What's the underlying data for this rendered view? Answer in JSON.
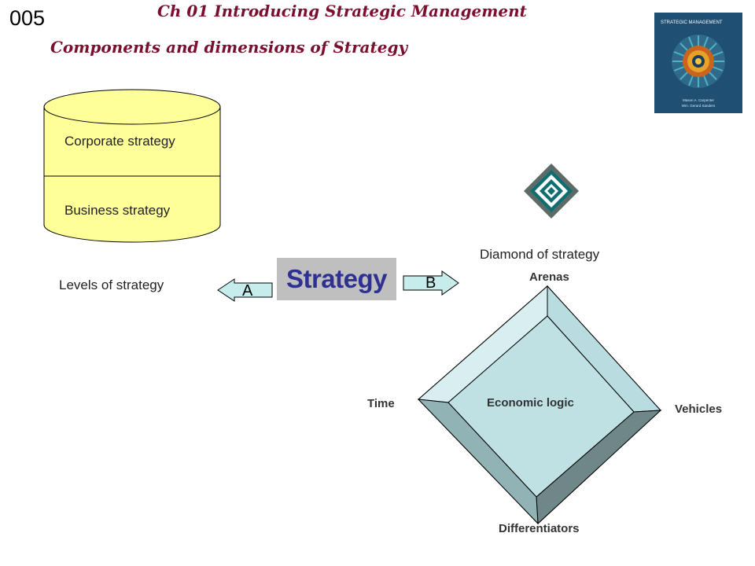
{
  "header": {
    "slide_number": "005",
    "chapter_title": "Ch 01  Introducing Strategic Management",
    "subtitle": "Components and dimensions of Strategy"
  },
  "book_cover": {
    "title": "STRATEGIC MANAGEMENT",
    "authors": [
      "Mason A. Carpenter",
      "Wm. Gerard Sanders"
    ]
  },
  "levels": {
    "corporate": "Corporate strategy",
    "business": "Business strategy",
    "caption": "Levels of strategy"
  },
  "center": {
    "strategy": "Strategy",
    "arrow_a": "A",
    "arrow_b": "B"
  },
  "diamond": {
    "caption": "Diamond of strategy",
    "arenas": "Arenas",
    "time": "Time",
    "vehicles": "Vehicles",
    "differentiators": "Differentiators",
    "economic_logic": "Economic logic"
  },
  "colors": {
    "title": "#7a0f2e",
    "strategy_text": "#2e3192",
    "strategy_bg": "#bfbfbf",
    "cylinder_fill": "#ffff99",
    "arrow_fill": "#c6ecec",
    "diamond_inner": "#bfe1e4",
    "book_bg": "#1f4f73"
  }
}
